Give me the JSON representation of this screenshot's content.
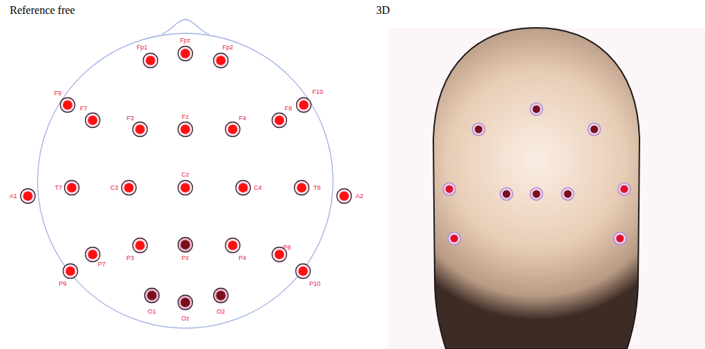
{
  "diagram": {
    "nodes": [
      {
        "text": [
          "Fp1"
        ]
      },
      {
        "text": [
          "Fpz"
        ]
      },
      {
        "text": [
          "Fp2"
        ]
      },
      {
        "text": [
          "F9"
        ]
      },
      {
        "text": [
          "F7"
        ]
      },
      {
        "text": [
          "F3"
        ]
      },
      {
        "text": [
          "Fz"
        ]
      },
      {
        "text": [
          "F4"
        ]
      },
      {
        "text": [
          "F8"
        ]
      },
      {
        "text": [
          "F10"
        ]
      },
      {
        "text": [
          "A1"
        ]
      },
      {
        "text": [
          "T7"
        ]
      },
      {
        "text": [
          "C3"
        ]
      },
      {
        "text": [
          "Cz"
        ]
      },
      {
        "text": [
          "C4"
        ]
      },
      {
        "text": [
          "T8"
        ]
      },
      {
        "text": [
          "A2"
        ]
      },
      {
        "text": [
          "P7"
        ]
      },
      {
        "text": [
          "P3"
        ]
      },
      {
        "text": [
          "Pz"
        ]
      },
      {
        "text": [
          "P4"
        ]
      },
      {
        "text": [
          "P8"
        ]
      },
      {
        "text": [
          "P9"
        ]
      },
      {
        "text": [
          "P10"
        ]
      },
      {
        "text": [
          "O1"
        ]
      },
      {
        "text": [
          "Oz"
        ]
      },
      {
        "text": [
          "O2"
        ]
      }
    ],
    "labels": [
      "Reference free",
      "3D"
    ]
  }
}
